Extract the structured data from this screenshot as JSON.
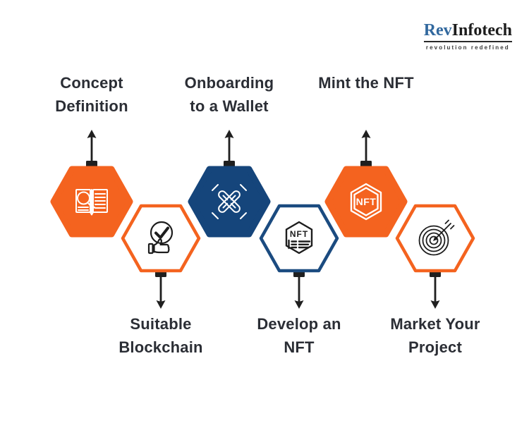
{
  "logo": {
    "brand_primary": "Rev",
    "brand_secondary": "Infotech",
    "tagline": "revolution redefined"
  },
  "icons": {
    "nft_label": "NFT"
  },
  "steps": [
    {
      "label": "Concept Definition",
      "lines": [
        "Concept",
        "Definition"
      ],
      "icon": "book-search-icon",
      "variant": "orange-filled",
      "direction": "up"
    },
    {
      "label": "Suitable Blockchain",
      "lines": [
        "Suitable",
        "Blockchain"
      ],
      "icon": "thumbs-up-check-icon",
      "variant": "orange-outline",
      "direction": "down"
    },
    {
      "label": "Onboarding to a Wallet",
      "lines": [
        "Onboarding",
        "to a Wallet"
      ],
      "icon": "teamwork-hands-icon",
      "variant": "navy-filled",
      "direction": "up"
    },
    {
      "label": "Develop an NFT",
      "lines": [
        "Develop an",
        "NFT"
      ],
      "icon": "nft-document-icon",
      "variant": "navy-outline",
      "direction": "down"
    },
    {
      "label": "Mint the NFT",
      "lines": [
        "Mint the NFT",
        ""
      ],
      "icon": "nft-badge-icon",
      "variant": "orange-filled",
      "direction": "up"
    },
    {
      "label": "Market Your Project",
      "lines": [
        "Market Your",
        "Project"
      ],
      "icon": "target-dart-icon",
      "variant": "orange-outline",
      "direction": "down"
    }
  ],
  "colors": {
    "orange": "#F4631F",
    "navy": "#15457B",
    "navy_border": "#1B4B80",
    "label_text": "#2B2E35",
    "connector_black": "#1F1F1F",
    "logo_blue": "#31689E",
    "icon_dark": "#1D1D1D"
  }
}
